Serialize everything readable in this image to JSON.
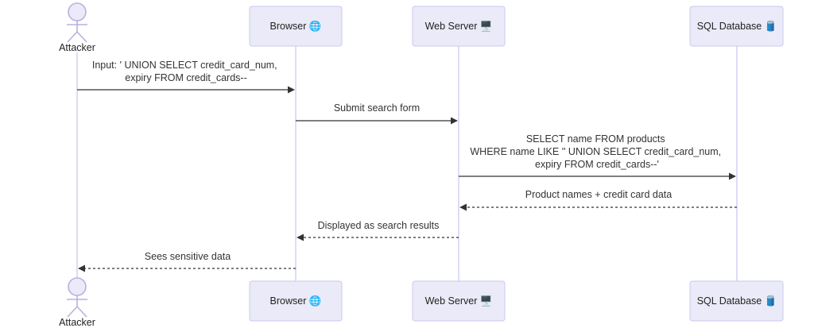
{
  "participants": {
    "attacker": {
      "label": "Attacker"
    },
    "browser": {
      "label": "Browser 🌐"
    },
    "webserver": {
      "label": "Web Server 🖥️"
    },
    "database": {
      "label": "SQL Database 🛢️"
    }
  },
  "messages": [
    {
      "from": "attacker",
      "to": "browser",
      "style": "solid",
      "lines": [
        "Input: ' UNION SELECT credit_card_num,",
        "expiry FROM credit_cards--"
      ]
    },
    {
      "from": "browser",
      "to": "webserver",
      "style": "solid",
      "lines": [
        "Submit search form"
      ]
    },
    {
      "from": "webserver",
      "to": "database",
      "style": "solid",
      "lines": [
        "SELECT name FROM products",
        "WHERE name LIKE '' UNION SELECT credit_card_num,",
        "expiry FROM credit_cards--'"
      ]
    },
    {
      "from": "database",
      "to": "webserver",
      "style": "dashed",
      "lines": [
        "Product names + credit card data"
      ]
    },
    {
      "from": "webserver",
      "to": "browser",
      "style": "dashed",
      "lines": [
        "Displayed as search results"
      ]
    },
    {
      "from": "browser",
      "to": "attacker",
      "style": "dashed",
      "lines": [
        "Sees sensitive data"
      ]
    }
  ]
}
